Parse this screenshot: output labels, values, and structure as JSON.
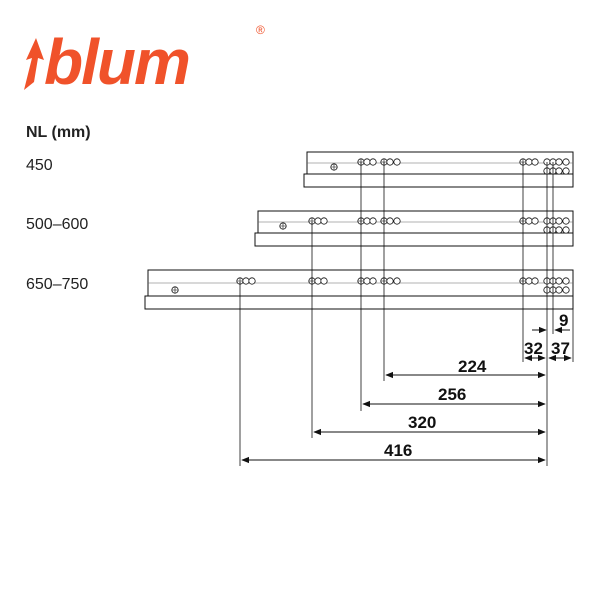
{
  "brand": {
    "name": "blum",
    "registered_mark": "®",
    "accent_color": "#f0522a"
  },
  "labels": {
    "heading": "NL (mm)",
    "rows": [
      "450",
      "500–600",
      "650–750"
    ]
  },
  "dimensions": {
    "d9": "9",
    "d32": "32",
    "d37": "37",
    "d224": "224",
    "d256": "256",
    "d320": "320",
    "d416": "416"
  }
}
